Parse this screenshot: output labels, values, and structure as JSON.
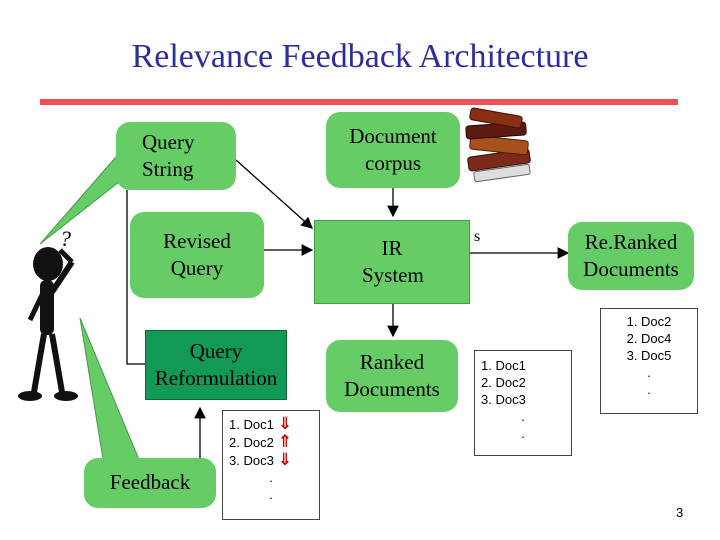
{
  "title": "Relevance Feedback Architecture",
  "nodes": {
    "query_string": "Query String",
    "revised_query": "Revised Query",
    "query_reformulation": "Query Reformulation",
    "feedback": "Feedback",
    "document_corpus": "Document corpus",
    "ir_system": "IR System",
    "ranked_documents": "Ranked Documents",
    "reranked_documents": "Re.Ranked Documents",
    "clipped_text": "s"
  },
  "lists": {
    "feedback_list": [
      "1. Doc1",
      "2. Doc2",
      "3. Doc3",
      ".",
      "."
    ],
    "ranked_list": [
      "1. Doc1",
      "2. Doc2",
      "3. Doc3",
      ".",
      "."
    ],
    "reranked_list": [
      "1. Doc2",
      "2. Doc4",
      "3. Doc5",
      ".",
      "."
    ]
  },
  "user_thought": "?",
  "page_number": "3",
  "colors": {
    "title": "#2b2f9c",
    "rule": "#f0505a",
    "node_green": "#66cc66",
    "node_dark_green": "#119955",
    "feedback_arrows": "#c00000"
  },
  "icons": [
    "books-icon",
    "thinking-person-icon",
    "down-arrow-icon",
    "up-arrow-icon"
  ]
}
